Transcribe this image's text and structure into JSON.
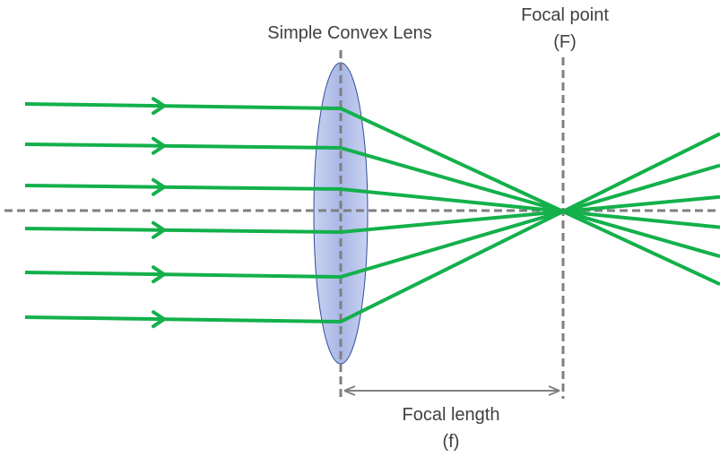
{
  "labels": {
    "lens": "Simple Convex Lens",
    "focal_point": "Focal point",
    "focal_point_symbol": "(F)",
    "focal_length": "Focal length",
    "focal_length_symbol": "(f)"
  },
  "colors": {
    "ray": "#13b04b",
    "axis": "#7f7f7f",
    "lens_fill": "#b4c0e6",
    "lens_stroke": "#2f4c9a",
    "text": "#404040"
  },
  "rays": {
    "count": 6
  }
}
